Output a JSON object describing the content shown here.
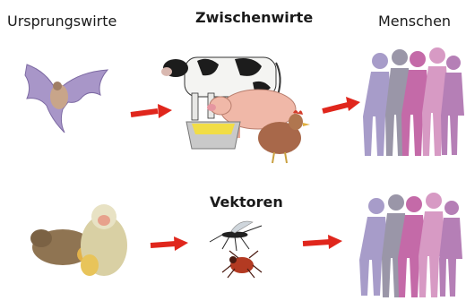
{
  "labels": {
    "origin_hosts": "Ursprungswirte",
    "intermediate_hosts": "Zwischenwirte",
    "humans": "Menschen",
    "vectors": "Vektoren"
  },
  "colors": {
    "arrow": "#e0261c",
    "bat": "#a896c8",
    "human_lilac": "#a79cc9",
    "human_gray": "#9a96a8",
    "human_magenta": "#c46aa8",
    "human_pink": "#d79ac4"
  },
  "icons": [
    "bat",
    "cow",
    "pig",
    "chicken",
    "trough",
    "squirrel",
    "monkey",
    "mosquito",
    "tick",
    "people-group",
    "arrow-right"
  ]
}
